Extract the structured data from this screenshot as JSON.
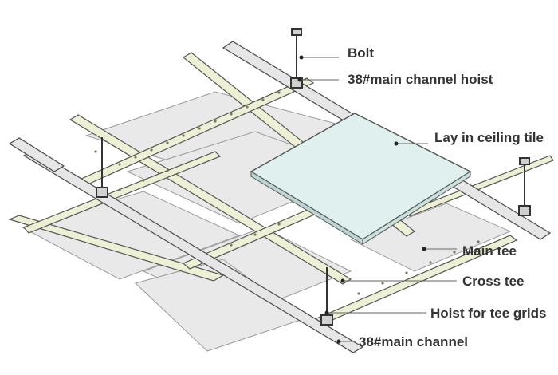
{
  "labels": {
    "bolt": "Bolt",
    "main_channel_hoist": "38#main channel hoist",
    "ceiling_tile": "Lay in ceiling tile",
    "main_tee": "Main tee",
    "cross_tee": "Cross tee",
    "hoist_tee_grids": "Hoist for tee grids",
    "main_channel": "38#main channel"
  },
  "colors": {
    "tee_fill": "#eef0d6",
    "panel_fill": "#e9e9e9",
    "tile_fill": "#dff0ef",
    "channel_fill": "#e6e6e6",
    "stroke": "#555555",
    "leader": "#666666"
  }
}
